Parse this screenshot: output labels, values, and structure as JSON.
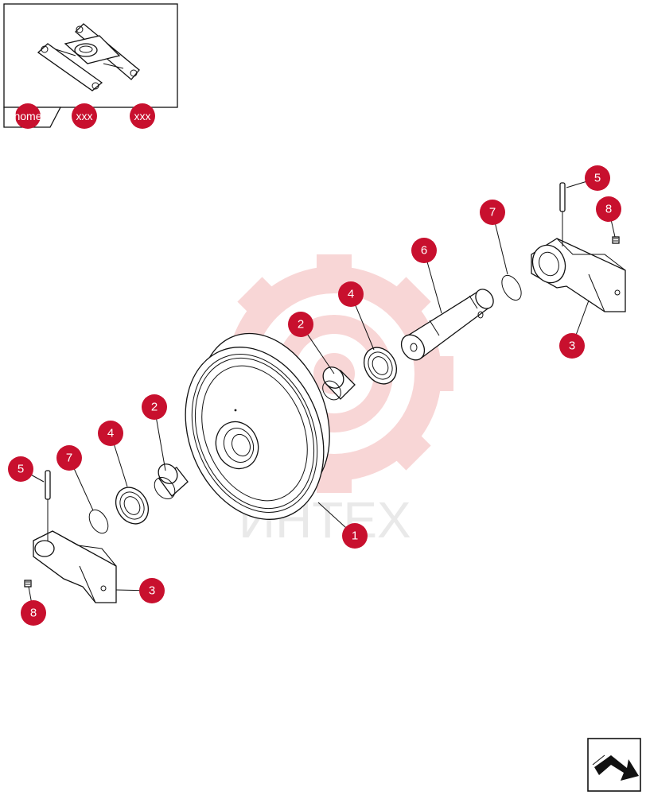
{
  "navigation": {
    "home_label": "home",
    "crumb_1_label": "xxx",
    "crumb_2_label": "xxx"
  },
  "watermark": {
    "text": "ИНТЕХ"
  },
  "callouts": [
    {
      "id": "c1",
      "label": "1"
    },
    {
      "id": "c2a",
      "label": "2"
    },
    {
      "id": "c2b",
      "label": "2"
    },
    {
      "id": "c3a",
      "label": "3"
    },
    {
      "id": "c3b",
      "label": "3"
    },
    {
      "id": "c4a",
      "label": "4"
    },
    {
      "id": "c4b",
      "label": "4"
    },
    {
      "id": "c5a",
      "label": "5"
    },
    {
      "id": "c5b",
      "label": "5"
    },
    {
      "id": "c6",
      "label": "6"
    },
    {
      "id": "c7a",
      "label": "7"
    },
    {
      "id": "c7b",
      "label": "7"
    },
    {
      "id": "c8a",
      "label": "8"
    },
    {
      "id": "c8b",
      "label": "8"
    }
  ],
  "colors": {
    "callout": "#c8102e",
    "watermark_gear": "#f6c9c9",
    "line": "#111111"
  },
  "icons": {
    "next_page": "next-page-arrow-icon",
    "thumbnail": "assembly-thumbnail"
  }
}
